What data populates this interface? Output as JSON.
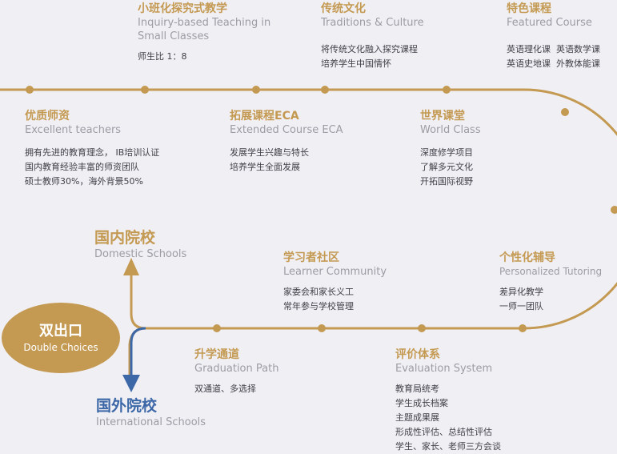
{
  "items": [
    {
      "title": "小班化探究式教学",
      "subtitle": "Inquiry-based Teaching in Small Classes",
      "lines": [
        "师生比 1：8"
      ]
    },
    {
      "title": "传统文化",
      "subtitle": "Traditions & Culture",
      "lines": [
        "将传统文化融入探究课程",
        "培养学生中国情怀"
      ]
    },
    {
      "title": "特色课程",
      "subtitle": "Featured Course",
      "lines": [
        "英语理化课  英语数学课",
        "英语史地课  外教体能课"
      ]
    },
    {
      "title": "优质师资",
      "subtitle": "Excellent teachers",
      "lines": [
        "拥有先进的教育理念， IB培训认证",
        "国内教育经验丰富的师资团队",
        "硕士教师30%，海外背景50%"
      ]
    },
    {
      "title": "拓展课程ECA",
      "subtitle": "Extended Course ECA",
      "lines": [
        "发展学生兴趣与特长",
        "培养学生全面发展"
      ]
    },
    {
      "title": "世界课堂",
      "subtitle": "World Class",
      "lines": [
        "深度修学项目",
        "了解多元文化",
        "开拓国际视野"
      ]
    },
    {
      "title": "学习者社区",
      "subtitle": "Learner Community",
      "lines": [
        "家委会和家长义工",
        "常年参与学校管理"
      ]
    },
    {
      "title": "个性化辅导",
      "subtitle": "Personalized Tutoring",
      "lines": [
        "差异化教学",
        "一师一团队"
      ]
    },
    {
      "title": "升学通道",
      "subtitle": "Graduation Path",
      "lines": [
        "双通道、多选择"
      ]
    },
    {
      "title": "评价体系",
      "subtitle": "Evaluation System",
      "lines": [
        "教育局统考",
        "学生成长档案",
        "主题成果展",
        "形成性评估、总结性评估",
        "学生、家长、老师三方会谈"
      ]
    }
  ],
  "domestic": {
    "title": "国内院校",
    "subtitle": "Domestic Schools"
  },
  "international": {
    "title": "国外院校",
    "subtitle": "International Schools"
  },
  "badge": {
    "title": "双出口",
    "subtitle": "Double Choices"
  },
  "colors": {
    "gold": "#c49a52",
    "blue": "#3d68a8",
    "text": "#404048",
    "muted": "#9c9ca4"
  }
}
